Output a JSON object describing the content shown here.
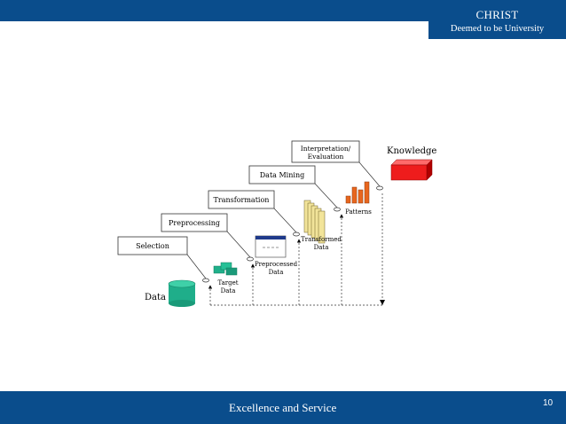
{
  "header": {
    "org_name": "CHRIST",
    "org_subtitle": "Deemed to be University"
  },
  "footer": {
    "tagline": "Excellence and Service",
    "page_number": "10"
  },
  "diagram": {
    "steps": [
      "Selection",
      "Preprocessing",
      "Transformation",
      "Data Mining",
      "Interpretation/",
      "Evaluation"
    ],
    "nodes": {
      "data": "Data",
      "target_1": "Target",
      "target_2": "Data",
      "preprocessed_1": "Preprocessed",
      "preprocessed_2": "Data",
      "transformed_1": "Transformed",
      "transformed_2": "Data",
      "patterns": "Patterns",
      "knowledge": "Knowledge"
    },
    "colors": {
      "cylinder": "#1fae8a",
      "target": "#20b08a",
      "panels": "#f2e49a",
      "bars": "#e8661e",
      "knowledge": "#ee1c1c"
    }
  }
}
